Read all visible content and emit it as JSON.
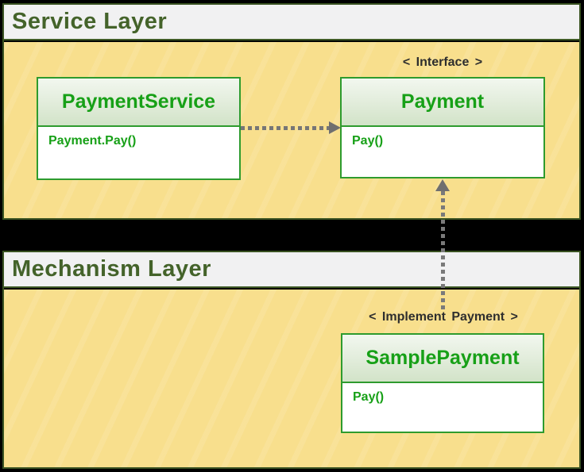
{
  "diagram": {
    "layers": [
      {
        "id": "service",
        "title": "Service Layer"
      },
      {
        "id": "mechanism",
        "title": "Mechanism Layer"
      }
    ],
    "nodes": [
      {
        "id": "payment_service",
        "stereotype": "",
        "name": "PaymentService",
        "members": [
          "Payment.Pay()"
        ],
        "layer": "service"
      },
      {
        "id": "payment",
        "stereotype": "< Interface >",
        "name": "Payment",
        "members": [
          "Pay()"
        ],
        "layer": "service"
      },
      {
        "id": "sample_payment",
        "stereotype": "< Implement Payment >",
        "name": "SamplePayment",
        "members": [
          "Pay()"
        ],
        "layer": "mechanism"
      }
    ],
    "edges": [
      {
        "from": "PaymentService",
        "to": "Payment",
        "style": "dotted",
        "direction": "right",
        "meaning": "dependency"
      },
      {
        "from": "SamplePayment",
        "to": "Payment",
        "style": "dotted",
        "direction": "up",
        "meaning": "realization"
      }
    ],
    "colors": {
      "canvas_background": "#000000",
      "panel_border": "#3a5322",
      "panel_header_background": "#f1f1f2",
      "layer_title_text": "#44632a",
      "panel_body_background": "#f8df8d",
      "class_border": "#2e9b2e",
      "class_header_gradient_top": "#f2f7ef",
      "class_header_gradient_bottom": "#d2e3c8",
      "class_text": "#17a017",
      "arrow": "#767676",
      "stereotype_text": "#2e2e2e"
    }
  }
}
